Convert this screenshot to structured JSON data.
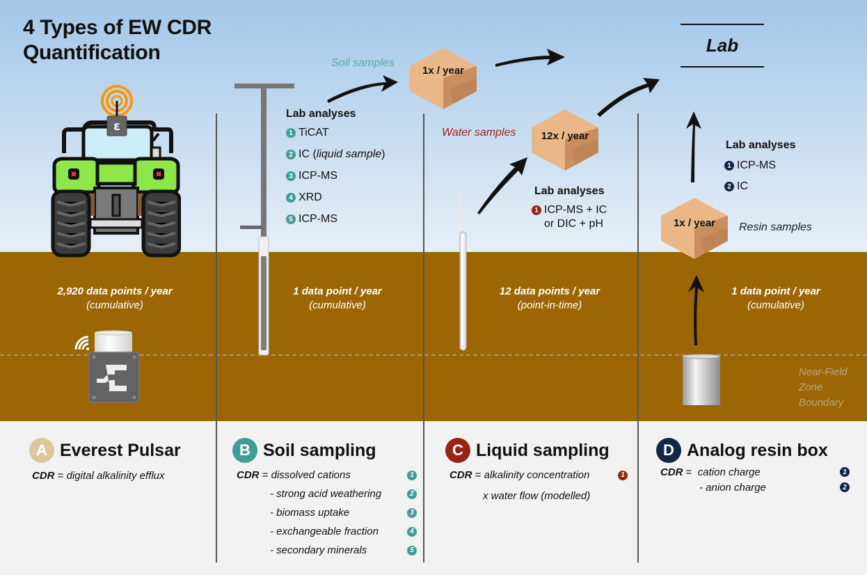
{
  "title": "4 Types of EW CDR Quantification",
  "title_line1": "4 Types of EW CDR",
  "title_line2": "Quantification",
  "lab_label": "Lab",
  "colors": {
    "sky_top": "#a3c6e8",
    "sky_bottom": "#e6eff8",
    "soil": "#9c6604",
    "panel_bg": "#f2f2f2",
    "teal": "#3f9c96",
    "red": "#9a2318",
    "navy": "#122646",
    "tan": "#dcc79c",
    "box": "#e8b887"
  },
  "flow": {
    "soil_samples_label": "Soil samples",
    "water_samples_label": "Water samples",
    "resin_samples_label": "Resin samples",
    "soil_box": "1x / year",
    "water_box": "12x / year",
    "resin_box": "1x / year"
  },
  "lab_analyses": {
    "heading": "Lab analyses",
    "soil": [
      {
        "num": "1",
        "label": "TiCAT"
      },
      {
        "num": "2",
        "label": "IC (",
        "italic": "liquid sample",
        "suffix": ")"
      },
      {
        "num": "3",
        "label": "ICP-MS"
      },
      {
        "num": "4",
        "label": "XRD"
      },
      {
        "num": "5",
        "label": "ICP-MS"
      }
    ],
    "liquid": [
      {
        "num": "1",
        "line1": "ICP-MS + IC",
        "line2": "or DIC + pH"
      }
    ],
    "resin": [
      {
        "num": "1",
        "label": "ICP-MS"
      },
      {
        "num": "2",
        "label": "IC"
      }
    ]
  },
  "data_points": [
    {
      "main": "2,920 data points / year",
      "sub": "(cumulative)"
    },
    {
      "main": "1 data point / year",
      "sub": "(cumulative)"
    },
    {
      "main": "12 data points / year",
      "sub": "(point-in-time)"
    },
    {
      "main": "1 data point / year",
      "sub": "(cumulative)"
    }
  ],
  "near_field": {
    "line1": "Near-Field",
    "line2": "Zone",
    "line3": "Boundary"
  },
  "sections": [
    {
      "letter": "A",
      "title": "Everest Pulsar",
      "cdr_label": "CDR",
      "eq": " = ",
      "rows": [
        {
          "text": "digital alkalinity efflux",
          "num": ""
        }
      ]
    },
    {
      "letter": "B",
      "title": "Soil sampling",
      "cdr_label": "CDR",
      "eq": " = ",
      "rows": [
        {
          "text": "dissolved cations",
          "num": "1"
        },
        {
          "text": "- strong acid weathering",
          "num": "2"
        },
        {
          "text": "- biomass uptake",
          "num": "3"
        },
        {
          "text": "- exchangeable fraction",
          "num": "4"
        },
        {
          "text": "- secondary minerals",
          "num": "5"
        }
      ]
    },
    {
      "letter": "C",
      "title": "Liquid sampling",
      "cdr_label": "CDR",
      "eq": " = ",
      "rows": [
        {
          "text": "alkalinity concentration",
          "num": "1"
        },
        {
          "text": "x water flow (modelled)",
          "num": ""
        }
      ]
    },
    {
      "letter": "D",
      "title": "Analog resin box",
      "cdr_label": "CDR",
      "eq": " =  ",
      "rows": [
        {
          "text": "cation charge",
          "num": "1"
        },
        {
          "text": "- anion charge",
          "num": "2"
        }
      ]
    }
  ],
  "icons": {
    "tractor": "tractor-icon",
    "pulsar_sensor": "sensor-device-icon",
    "wifi": "wifi-signal-icon",
    "antenna": "antenna-signal-icon",
    "soil_corer": "soil-corer-icon",
    "lysimeter": "lysimeter-probe-icon",
    "resin_canister": "resin-canister-icon",
    "sample_box": "sample-box-icon",
    "arrow": "arrow-icon"
  }
}
